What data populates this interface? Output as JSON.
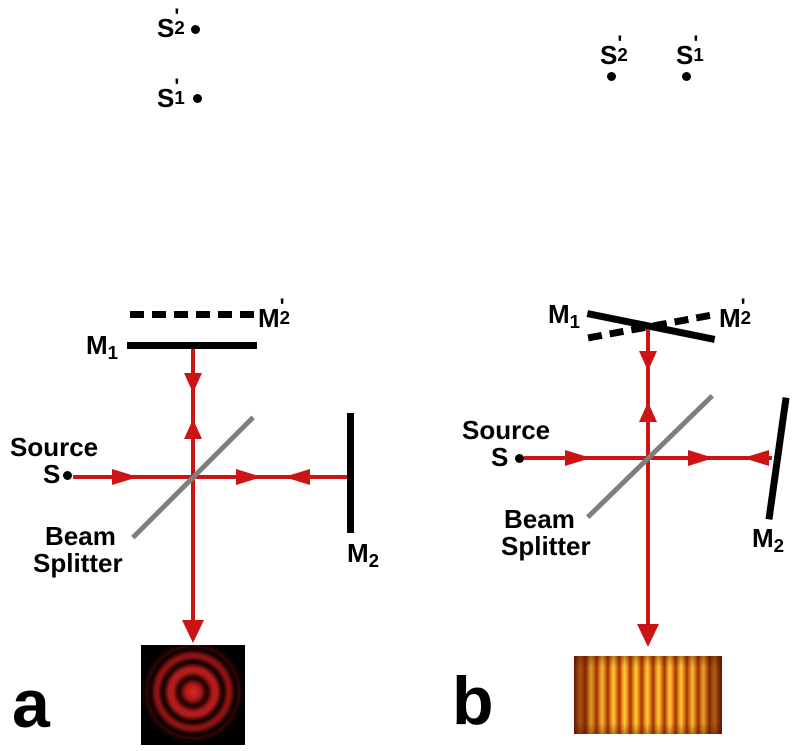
{
  "colors": {
    "beam_red": "#cc1414",
    "splitter_gray": "#7f7f7f",
    "mirror_black": "#000000",
    "fringe_bright_yellow": "#ffcf45",
    "fringe_dark_orange": "#9c3207",
    "fringe_ring_red": "#c02020"
  },
  "top_left": {
    "s2": {
      "base": "S",
      "prime": "'",
      "sub": "2"
    },
    "s1": {
      "base": "S",
      "prime": "'",
      "sub": "1"
    }
  },
  "top_right": {
    "s2": {
      "base": "S",
      "prime": "'",
      "sub": "2"
    },
    "s1": {
      "base": "S",
      "prime": "'",
      "sub": "1"
    }
  },
  "panel_a": {
    "letter": "a",
    "m2_image": {
      "base": "M",
      "prime": "'",
      "sub": "2"
    },
    "m1": {
      "base": "M",
      "sub": "1"
    },
    "m2": {
      "base": "M",
      "sub": "2"
    },
    "source_word": "Source",
    "source_point": "S",
    "beam_word": "Beam",
    "splitter_word": "Splitter",
    "pattern": "circular interference fringes"
  },
  "panel_b": {
    "letter": "b",
    "m1": {
      "base": "M",
      "sub": "1"
    },
    "m2_image": {
      "base": "M",
      "prime": "'",
      "sub": "2"
    },
    "m2": {
      "base": "M",
      "sub": "2"
    },
    "source_word": "Source",
    "source_point": "S",
    "beam_word": "Beam",
    "splitter_word": "Splitter",
    "pattern": "parallel straight fringes"
  }
}
